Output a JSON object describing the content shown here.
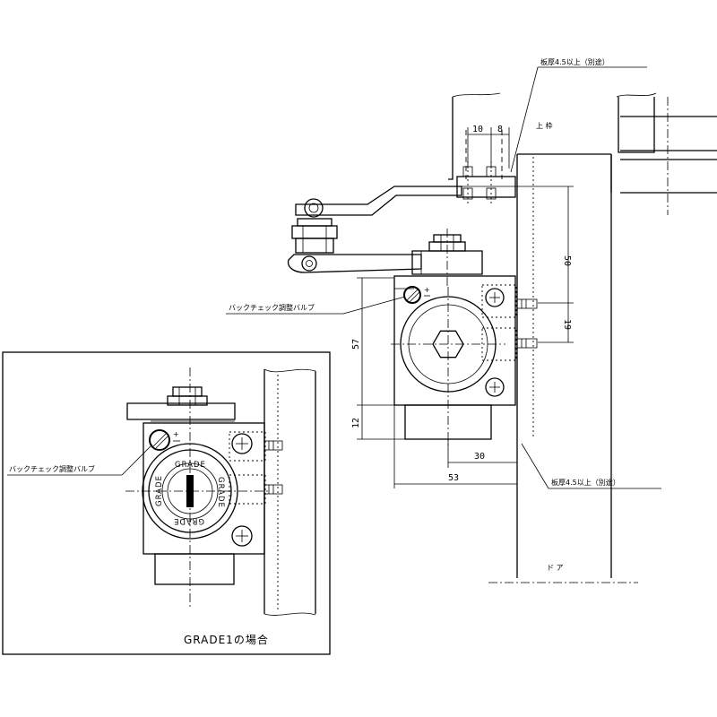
{
  "dimensions": {
    "d_10": "10",
    "d_8": "8",
    "d_50": "50",
    "d_19": "19",
    "d_57": "57",
    "d_12": "12",
    "d_30": "30",
    "d_53": "53"
  },
  "labels": {
    "top_note": "板厚4.5以上（別途）",
    "bottom_note": "板厚4.5以上（別途）",
    "frame_label": "上 枠",
    "door_label": "ド ア",
    "valve_main": "バックチェック調整バルブ",
    "valve_inset": "バックチェック調整バルブ",
    "inset_caption": "GRADE1の場合",
    "ring_top": "GRADE",
    "ring_bottom": "GRADE",
    "ring_left": "GRADE",
    "ring_right": "GRADE"
  }
}
